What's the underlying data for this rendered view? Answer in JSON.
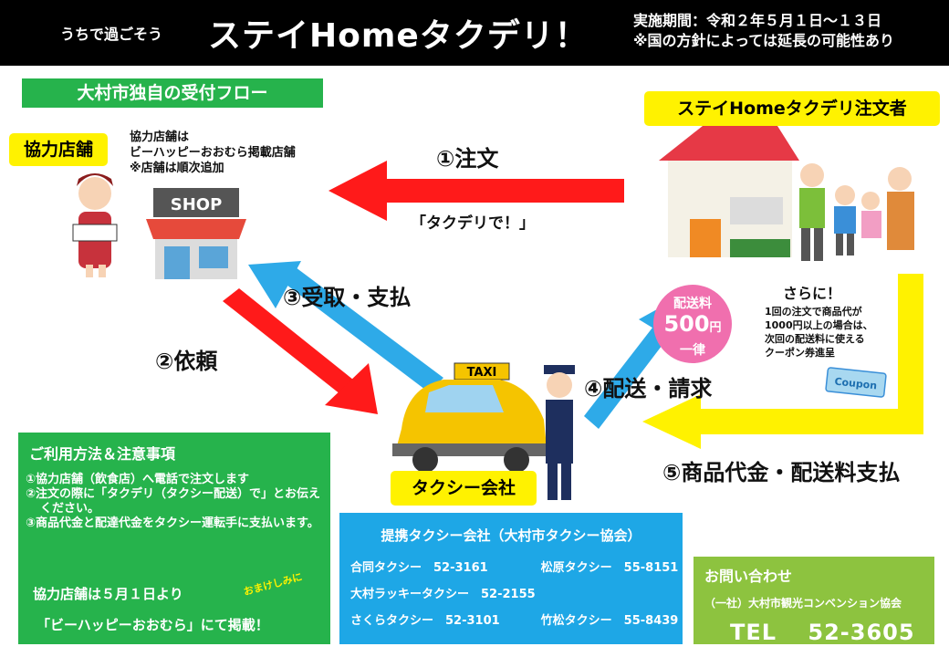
{
  "header": {
    "subtitle": "うちで過ごそう",
    "title": "ステイHomeタクデリ！",
    "period_line1": "実施期間：令和２年５月１日～１３日",
    "period_line2": "※国の方針によっては延長の可能性あり"
  },
  "flow_badge": "大村市独自の受付フロー",
  "store": {
    "tag": "協力店舗",
    "note_line1": "協力店舗は",
    "note_line2": "ビーハッピーおおむら掲載店舗",
    "note_line3": "※店舗は順次追加",
    "shop_sign": "SHOP"
  },
  "orderer_tag": "ステイHomeタクデリ注文者",
  "taxi_tag": "タクシー会社",
  "taxi_sign": "TAXI",
  "steps": {
    "order": "①注文",
    "order_quote": "「タクデリで！」",
    "request": "②依頼",
    "pickup": "③受取・支払",
    "delivery": "④配送・請求",
    "payment": "⑤商品代金・配送料支払"
  },
  "fee": {
    "label": "配送料",
    "amount": "500",
    "unit": "円",
    "flat": "一律"
  },
  "bonus": {
    "title": "さらに！",
    "lines": [
      "1回の注文で商品代が",
      "1000円以上の場合は、",
      "次回の配送料に使える",
      "クーポン券進呈"
    ],
    "coupon_text": "Coupon"
  },
  "usage": {
    "title": "ご利用方法＆注意事項",
    "items": [
      "①協力店舗（飲食店）へ電話で注文します",
      "②注文の際に「タクデリ（タクシー配送）で」とお伝えください。",
      "③商品代金と配達代金をタクシー運転手に支払います。"
    ],
    "notice1": "協力店舗は５月１日より",
    "notice2": "「ビーハッピーおおむら」にて掲載！",
    "omake": "おまけしみに"
  },
  "taxi_companies": {
    "title": "提携タクシー会社（大村市タクシー協会）",
    "rows": [
      "合同タクシー　52-3161",
      "松原タクシー　55-8151",
      "大村ラッキータクシー　52-2155",
      "",
      "さくらタクシー　52-3101",
      "竹松タクシー　55-8439"
    ]
  },
  "contact": {
    "title": "お問い合わせ",
    "org": "（一社）大村市観光コンベンション協会",
    "tel": "TEL　 52-3605"
  },
  "colors": {
    "red_arrow": "#ff1a1a",
    "blue_arrow": "#2eaae8",
    "yellow_arrow": "#fff200",
    "green": "#26b34c",
    "pink": "#f06fae",
    "blue_box": "#1ea7e6",
    "lime_box": "#8dc33f"
  }
}
